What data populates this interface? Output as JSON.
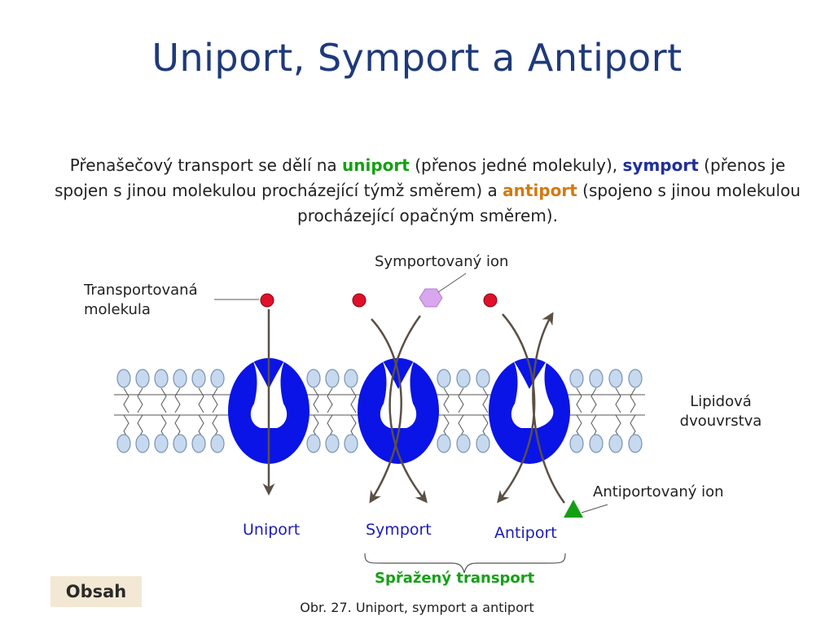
{
  "title": "Uniport, Symport a Antiport",
  "intro": {
    "part1": "Přenašečový transport se dělí na ",
    "uniport": "uniport",
    "part2": " (přenos jedné molekuly), ",
    "symport": "symport",
    "part3": " (přenos je spojen s jinou molekulou procházející týmž směrem) a ",
    "antiport": "antiport",
    "part4": " (spojeno s jinou molekulou procházející opačným směrem)."
  },
  "labels": {
    "symported_ion": "Symportovaný ion",
    "transported_line1": "Transportovaná",
    "transported_line2": "molekula",
    "bilayer_line1": "Lipidová",
    "bilayer_line2": "dvouvrstva",
    "antiported_ion": "Antiportovaný ion"
  },
  "types": {
    "uniport": "Uniport",
    "symport": "Symport",
    "antiport": "Antiport"
  },
  "coupled_transport": "Spřažený transport",
  "caption": "Obr. 27. Uniport, symport a antiport",
  "nav": {
    "contents_button": "Obsah"
  },
  "colors": {
    "title": "#1f3a7a",
    "uniport_keyword": "#15a015",
    "symport_keyword": "#1f2f9a",
    "antiport_keyword": "#d27a10",
    "carrier_protein": "#0a14e6",
    "transported_molecule": "#e0102a",
    "symported_ion": "#d9a6f0",
    "antiported_ion": "#12a012",
    "lipid_head": "#c6d9ef",
    "arrow": "#5a5046"
  }
}
